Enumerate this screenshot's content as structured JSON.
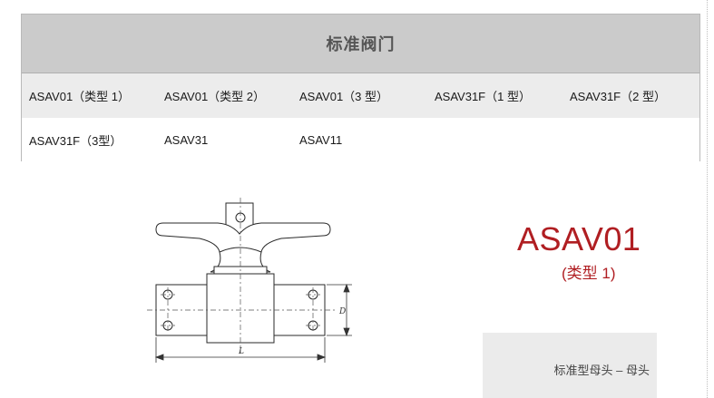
{
  "table": {
    "title": "标准阀门",
    "rows": [
      [
        "ASAV01（类型 1）",
        "ASAV01（类型 2）",
        "ASAV01（3 型）",
        "ASAV31F（1 型）",
        "ASAV31F（2 型）"
      ],
      [
        "ASAV31F（3型）",
        "ASAV31",
        "ASAV11"
      ]
    ]
  },
  "product": {
    "title": "ASAV01",
    "subtitle": "(类型 1)",
    "variant_label": "标准型母头 – 母头"
  },
  "drawing": {
    "dim_length": "L",
    "dim_diameter": "D"
  },
  "colors": {
    "accent": "#b01e22",
    "header_bg": "#cbcbcb",
    "row_alt_bg": "#ececec",
    "variant_bg": "#ebebeb"
  }
}
